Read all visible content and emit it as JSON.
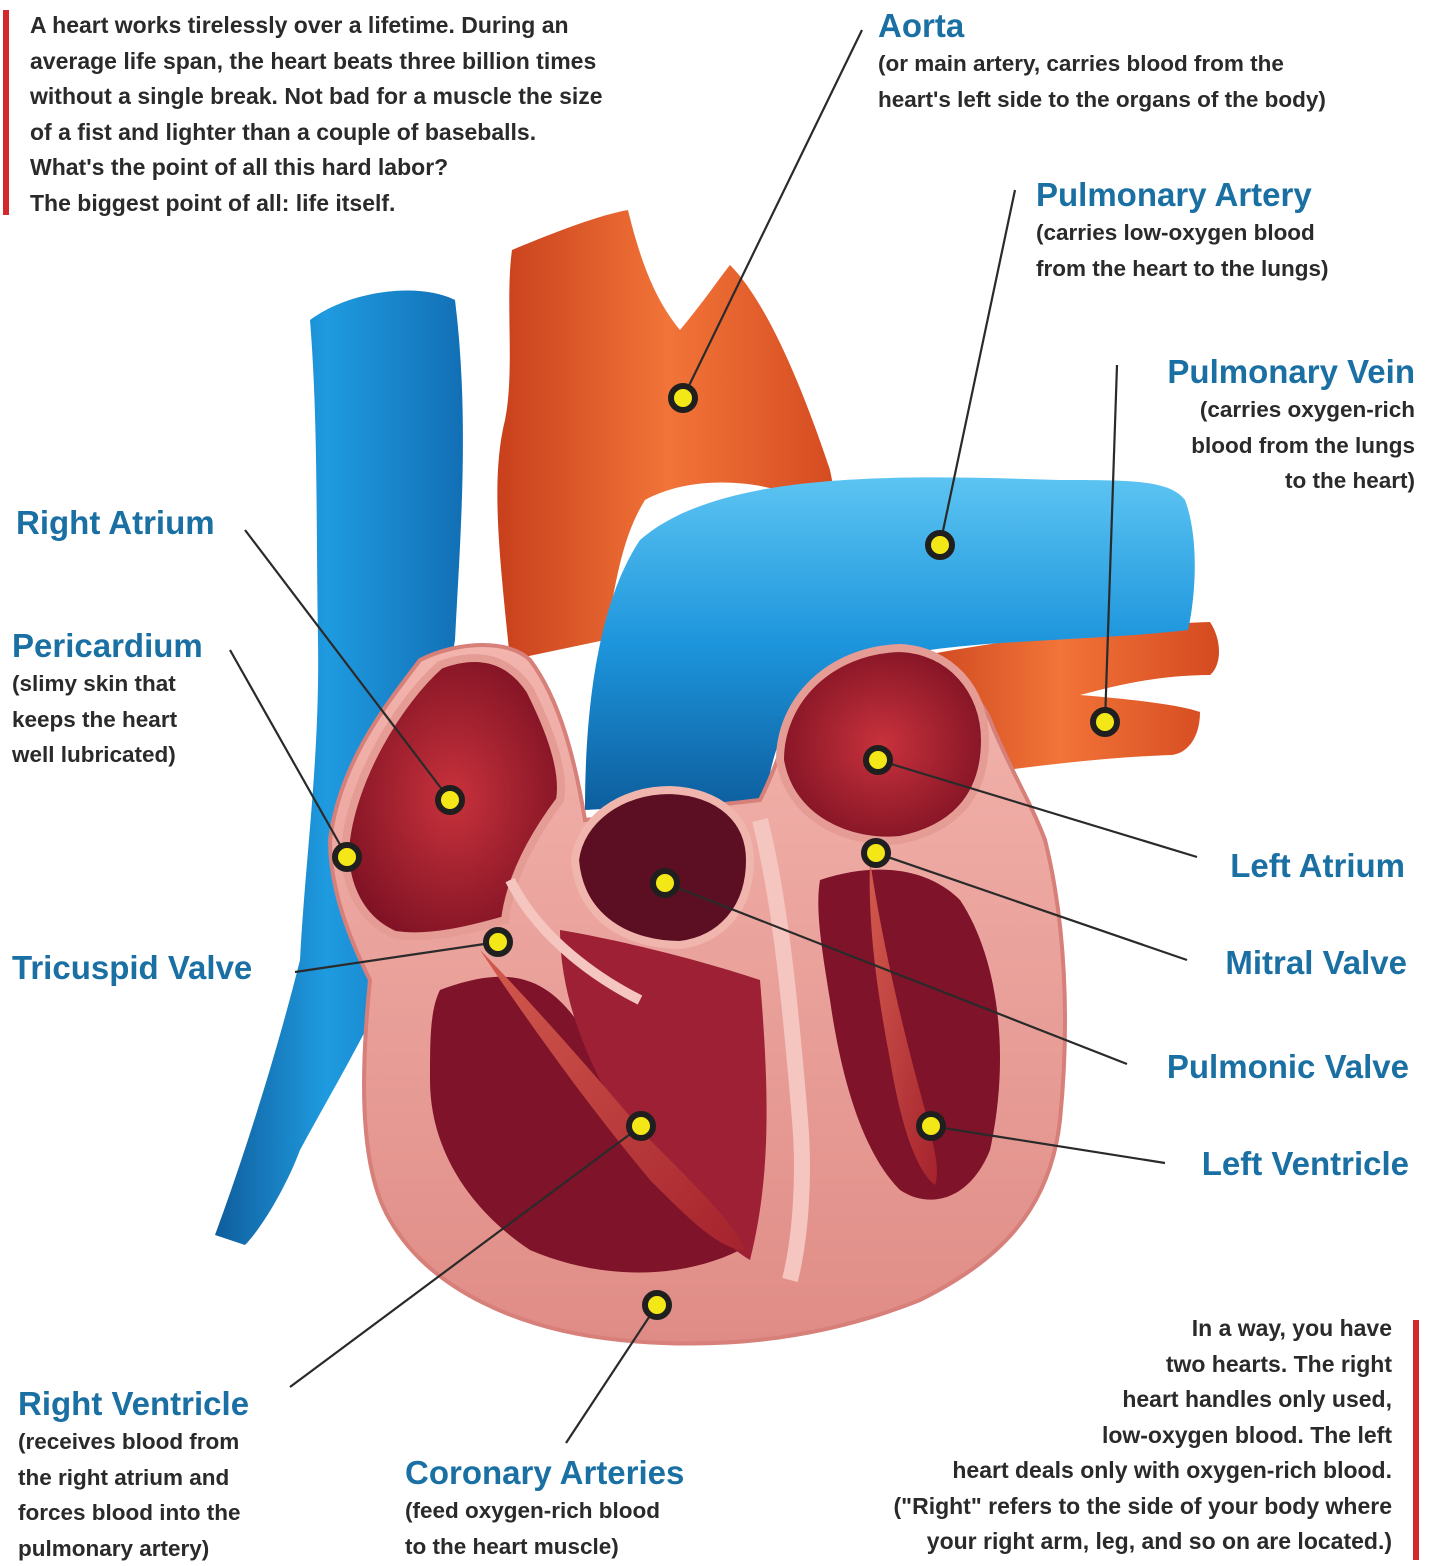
{
  "intro": {
    "lines": [
      "A heart works tirelessly over a lifetime. During an",
      "average life span, the heart beats three billion times",
      "without a single break. Not bad for a muscle the size",
      "of a fist and lighter than a couple of baseballs.",
      "What's the point of all this hard labor?",
      "The biggest point of all: life itself."
    ]
  },
  "outro": {
    "lines": [
      "In a way, you have",
      "two hearts. The right",
      "heart  handles only used,",
      "low-oxygen blood. The left",
      "heart deals only with oxygen-rich blood.",
      "(\"Right\" refers to the side of your body where",
      "your right arm, leg, and so on are located.)"
    ]
  },
  "labels": {
    "aorta": {
      "title": "Aorta",
      "desc": [
        "(or main artery, carries blood from the",
        "heart's left side to the organs of the body)"
      ]
    },
    "pulmonary_artery": {
      "title": "Pulmonary Artery",
      "desc": [
        "(carries low-oxygen blood",
        "from the heart to the lungs)"
      ]
    },
    "pulmonary_vein": {
      "title": "Pulmonary Vein",
      "desc": [
        "(carries oxygen-rich",
        "blood from the lungs",
        "to the heart)"
      ]
    },
    "right_atrium": {
      "title": "Right Atrium"
    },
    "pericardium": {
      "title": "Pericardium",
      "desc": [
        "(slimy skin that",
        "keeps the heart",
        "well lubricated)"
      ]
    },
    "tricuspid_valve": {
      "title": "Tricuspid Valve"
    },
    "left_atrium": {
      "title": "Left Atrium"
    },
    "mitral_valve": {
      "title": "Mitral Valve"
    },
    "pulmonic_valve": {
      "title": "Pulmonic Valve"
    },
    "left_ventricle": {
      "title": "Left Ventricle"
    },
    "right_ventricle": {
      "title": "Right Ventricle",
      "desc": [
        "(receives blood from",
        "the right atrium and",
        "forces blood into the",
        "pulmonary artery)"
      ]
    },
    "coronary_arteries": {
      "title": "Coronary Arteries",
      "desc": [
        "(feed oxygen-rich blood",
        "to the heart muscle)"
      ]
    }
  },
  "colors": {
    "title": "#1a6fa3",
    "body_text": "#2a2a2a",
    "accent_bar": "#d4282f",
    "vein_blue": "#1a8fd6",
    "artery_orange": "#e8572a",
    "muscle_pink": "#eba09a",
    "chamber_red": "#a81e2c",
    "marker_yellow": "#f4e718"
  }
}
